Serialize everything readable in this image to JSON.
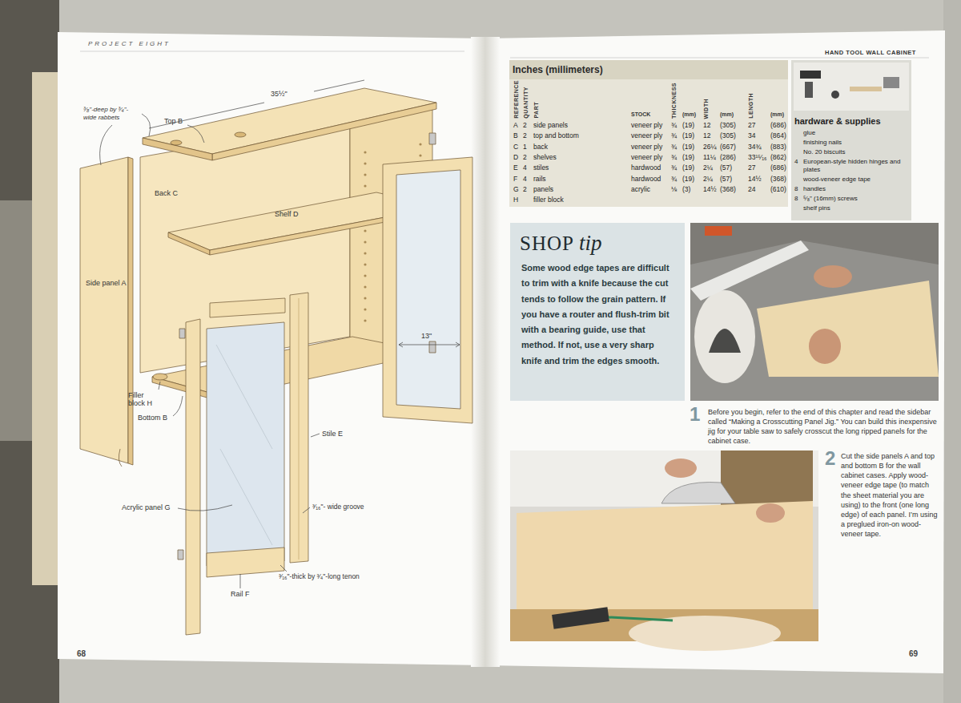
{
  "diagram": {
    "nodes": [
      {
        "text": [
          "Inches (millimeters)"
        ]
      },
      {
        "text": [
          "hardware & supplies"
        ]
      },
      {
        "text": [
          "SHOP",
          "tip",
          "Some wood edge tapes are difficult to trim with a knife because the cut tends to follow the grain pattern. If you have a router and flush-trim bit with a bearing guide, use that method. If not, use a very sharp knife and trim the edges smooth."
        ]
      }
    ],
    "labels": [
      "PROJECT EIGHT",
      "68",
      "³⁄₈\"-deep by ³⁄₄\"-wide rabbets",
      "Top B",
      "35½\"",
      "Back C",
      "Shelf D",
      "Side panel A",
      "13\"",
      "Filler block H",
      "Bottom B",
      "Stile E",
      "Acrylic panel G",
      "³⁄₁₆\"- wide groove",
      "³⁄₁₆\"-thick by ³⁄₄\"-long tenon",
      "Rail F",
      "HAND TOOL WALL CABINET",
      "69",
      "REFERENCE",
      "QUANTITY",
      "PART",
      "STOCK",
      "THICKNESS",
      "(mm)",
      "WIDTH",
      "(mm)",
      "LENGTH",
      "(mm)",
      "A",
      "2",
      "side panels",
      "veneer ply",
      "¾",
      "(19)",
      "12",
      "(305)",
      "27",
      "(686)",
      "B",
      "2",
      "top and bottom",
      "veneer ply",
      "¾",
      "(19)",
      "12",
      "(305)",
      "34",
      "(864)",
      "C",
      "1",
      "back",
      "veneer ply",
      "¾",
      "(19)",
      "26¼",
      "(667)",
      "34¾",
      "(883)",
      "D",
      "2",
      "shelves",
      "veneer ply",
      "¾",
      "(19)",
      "11¼",
      "(286)",
      "33¹⁵⁄₁₆",
      "(862)",
      "E",
      "4",
      "stiles",
      "hardwood",
      "¾",
      "(19)",
      "2¼",
      "(57)",
      "27",
      "(686)",
      "F",
      "4",
      "rails",
      "hardwood",
      "¾",
      "(19)",
      "2¼",
      "(57)",
      "14½",
      "(368)",
      "G",
      "2",
      "panels",
      "acrylic",
      "⅛",
      "(3)",
      "14½",
      "(368)",
      "24",
      "(610)",
      "H",
      "filler block",
      "glue",
      "finishing nails",
      "No. 20 biscuits",
      "4",
      "European-style hidden hinges and plates",
      "wood-veneer edge tape",
      "8",
      "handles",
      "8",
      "⁵⁄₈\" (16mm) screws",
      "shelf pins",
      "1",
      "Before you begin, refer to the end of this chapter and read the sidebar called “Making a Crosscutting Panel Jig.” You can build this inexpensive jig for your table saw to safely crosscut the long ripped panels for the cabinet case.",
      "2",
      "Cut the side panels A and top and bottom B for the wall cabinet cases. Apply wood-veneer edge tape (to match the sheet material you are using) to the front (one long edge) of each panel. I’m using a preglued iron-on wood-veneer tape."
    ]
  }
}
